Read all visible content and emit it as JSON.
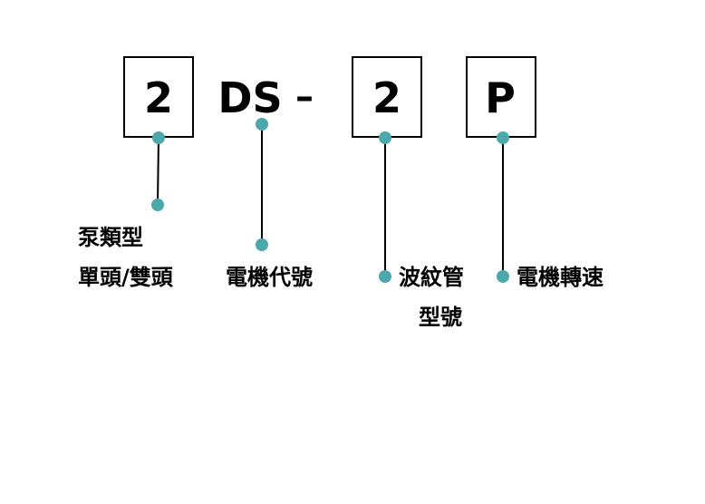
{
  "colors": {
    "dot": "#4da8ac",
    "line": "#000000",
    "box_border": "#000000",
    "text": "#000000"
  },
  "model_code": {
    "part1": "2",
    "part2": "DS",
    "separator": "–",
    "part3": "2",
    "part4": "P"
  },
  "labels": {
    "pump_type_line1": "泵類型",
    "pump_type_line2": "單頭/雙頭",
    "motor_code": "電機代號",
    "bellows_line1": "波紋管",
    "bellows_line2": "型號",
    "motor_speed": "電機轉速"
  }
}
